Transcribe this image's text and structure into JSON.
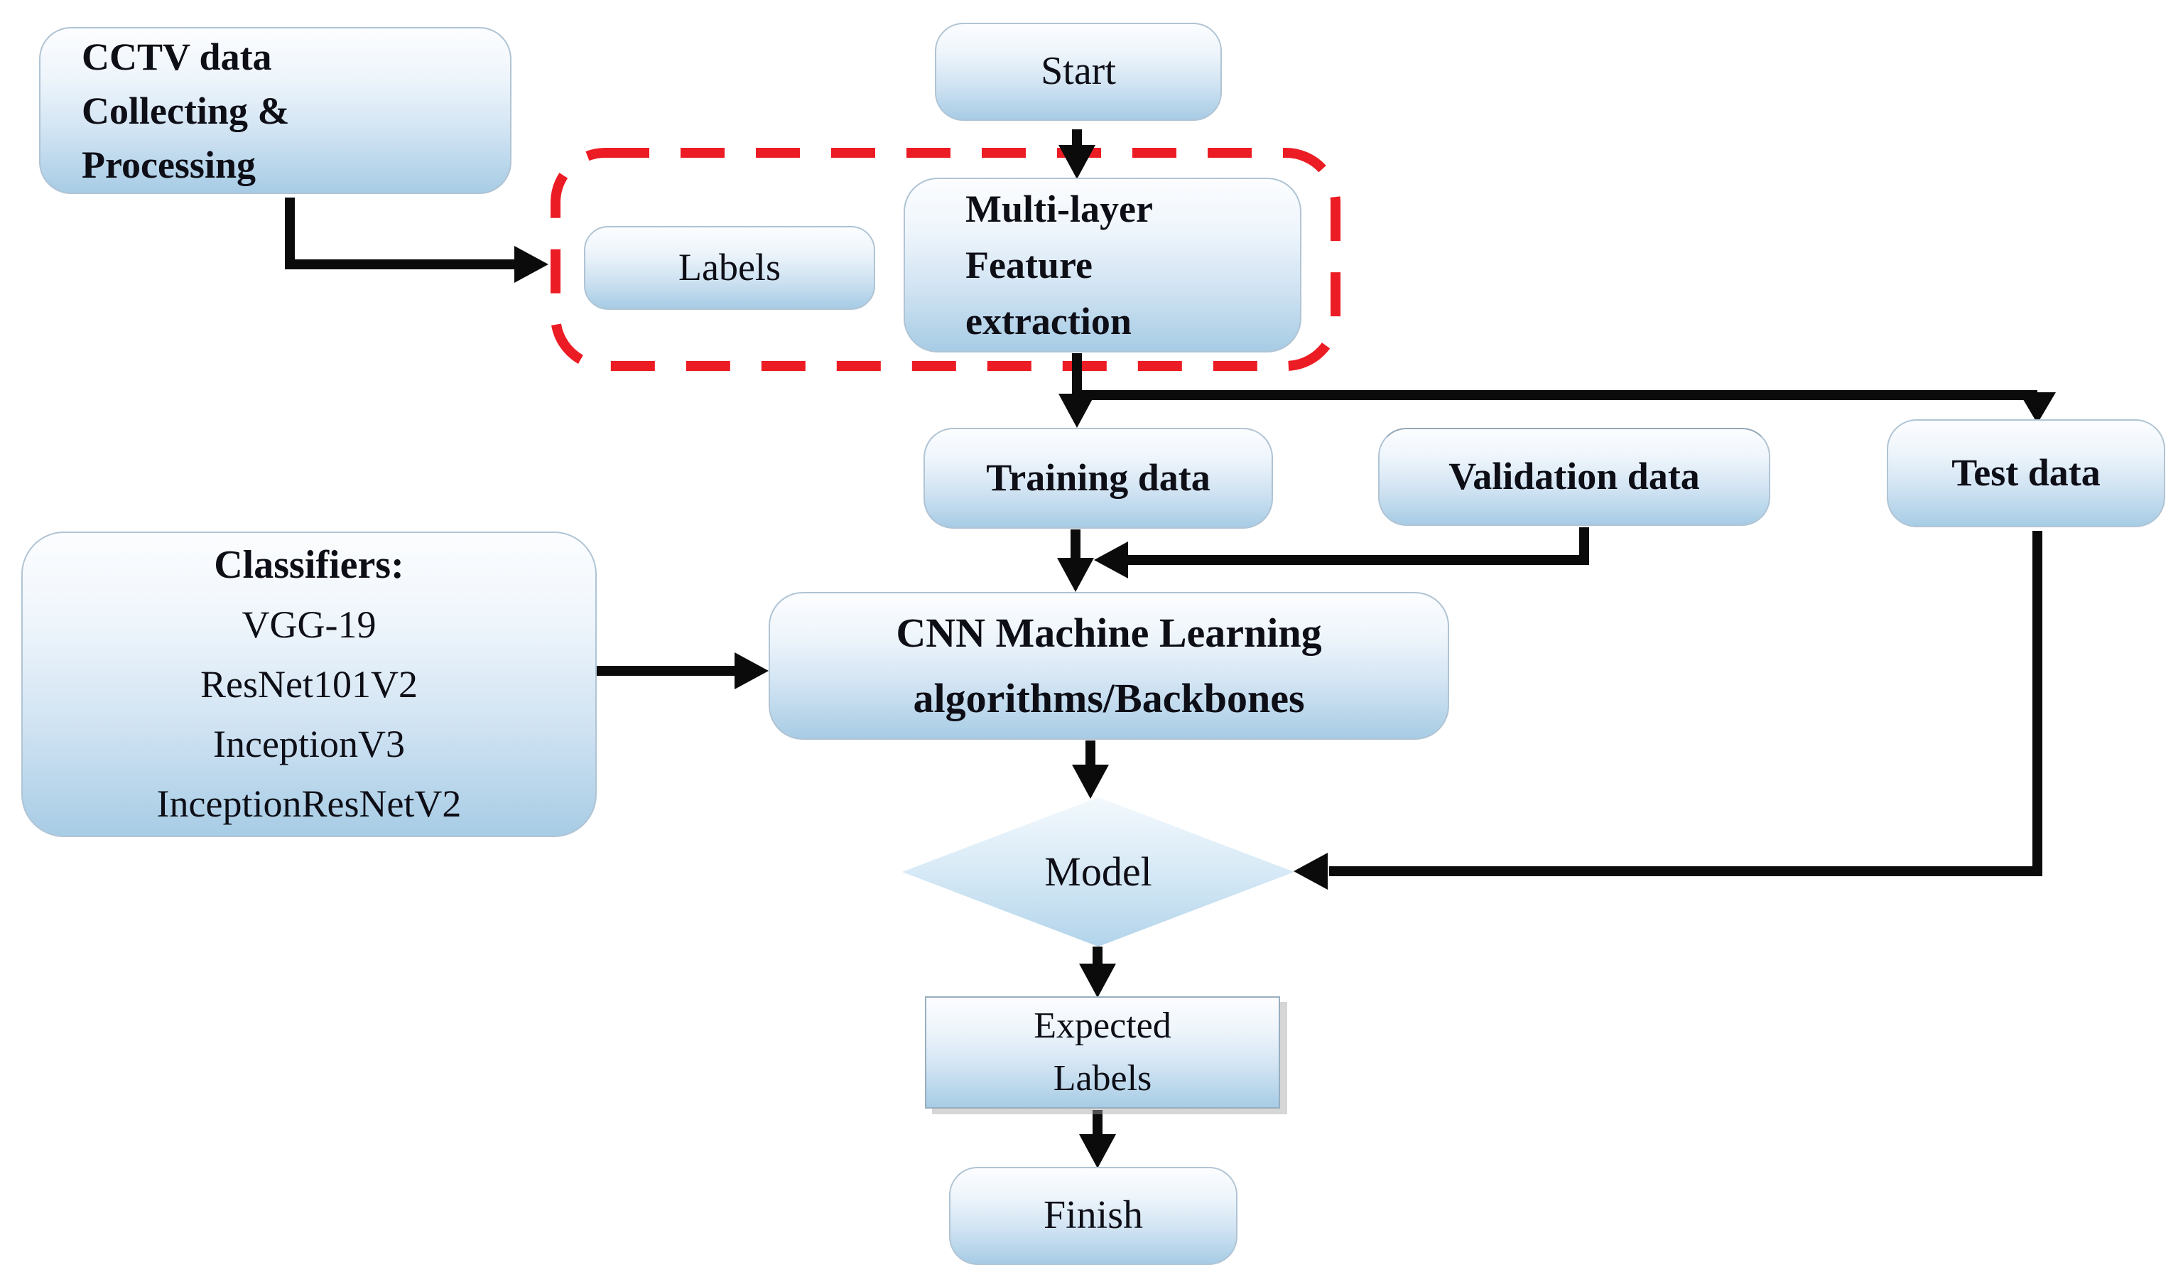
{
  "diagram": {
    "type": "flowchart",
    "title": "CNN training pipeline flowchart",
    "nodes": {
      "cctv": {
        "lines": [
          "CCTV data",
          "Collecting &",
          "Processing"
        ]
      },
      "start": {
        "label": "Start"
      },
      "labels": {
        "label": "Labels"
      },
      "multilayer": {
        "lines": [
          "Multi-layer",
          "Feature",
          "extraction"
        ]
      },
      "training": {
        "label": "Training data"
      },
      "validation": {
        "label": "Validation data"
      },
      "test": {
        "label": "Test data"
      },
      "classifiers": {
        "title": "Classifiers:",
        "items": [
          "VGG-19",
          "ResNet101V2",
          "InceptionV3",
          "InceptionResNetV2"
        ]
      },
      "cnn": {
        "lines": [
          "CNN Machine Learning",
          "algorithms/Backbones"
        ]
      },
      "model": {
        "label": "Model"
      },
      "expected": {
        "lines": [
          "Expected",
          "Labels"
        ]
      },
      "finish": {
        "label": "Finish"
      }
    },
    "edges": [
      {
        "from": "cctv",
        "to": "labels-group"
      },
      {
        "from": "start",
        "to": "multilayer"
      },
      {
        "from": "multilayer",
        "to": "training"
      },
      {
        "from": "multilayer",
        "to": "test"
      },
      {
        "from": "validation",
        "to": "cnn-junction"
      },
      {
        "from": "training",
        "to": "cnn"
      },
      {
        "from": "classifiers",
        "to": "cnn"
      },
      {
        "from": "cnn",
        "to": "model"
      },
      {
        "from": "model",
        "to": "expected"
      },
      {
        "from": "expected",
        "to": "finish"
      },
      {
        "from": "test",
        "to": "model"
      }
    ],
    "colors": {
      "node_fill_top": "#fcfdff",
      "node_fill_bottom": "#a7cce5",
      "node_border": "#b0c4d4",
      "dashed_group_border": "#ec1c24",
      "arrow": "#0b0b0b",
      "text": "#0e0e16",
      "background": "#ffffff"
    }
  }
}
